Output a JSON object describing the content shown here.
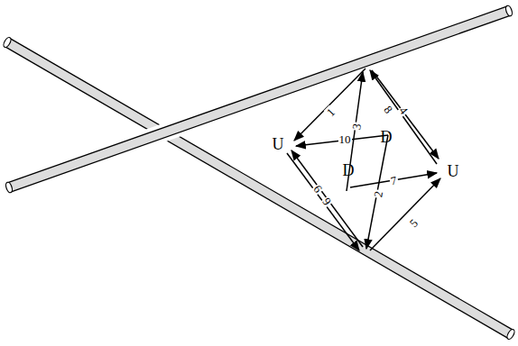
{
  "diagram": {
    "labels": [
      "1",
      "3",
      "10",
      "4",
      "8",
      "U",
      "D",
      "U",
      "D",
      "6",
      "9",
      "7",
      "2",
      "5"
    ]
  }
}
